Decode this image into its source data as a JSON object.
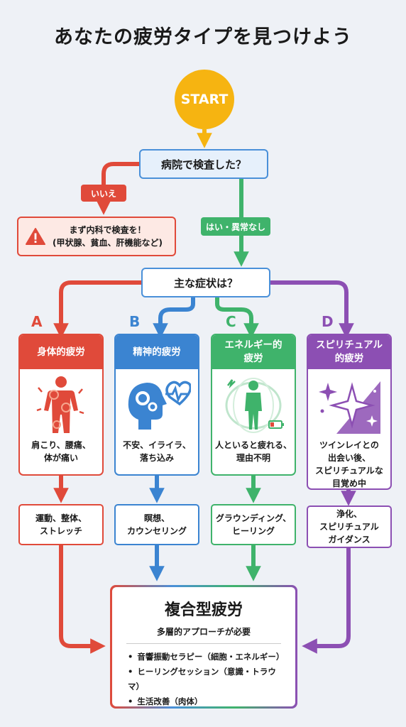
{
  "title": "あなたの疲労タイプを見つけよう",
  "start": "START",
  "q1": "病院で検査した？",
  "branch_no": "いいえ",
  "branch_yes": "はい・異常なし",
  "warning": {
    "line1": "まず内科で検査を！",
    "line2": "(甲状腺、貧血、肝機能など)"
  },
  "q2": "主な症状は？",
  "types": [
    {
      "letter": "A",
      "title": "身体的疲労",
      "desc_lines": [
        "肩こり、腰痛、",
        "体が痛い"
      ],
      "solution_lines": [
        "運動、整体、",
        "ストレッチ"
      ],
      "color": "#e04a3a"
    },
    {
      "letter": "B",
      "title": "精神的疲労",
      "desc_lines": [
        "不安、イライラ、",
        "落ち込み"
      ],
      "solution_lines": [
        "瞑想、",
        "カウンセリング"
      ],
      "color": "#3b84d1"
    },
    {
      "letter": "C",
      "title_lines": [
        "エネルギー的",
        "疲労"
      ],
      "desc_lines": [
        "人といると疲れる、",
        "理由不明"
      ],
      "solution_lines": [
        "グラウンディング、",
        "ヒーリング"
      ],
      "color": "#3fb36b"
    },
    {
      "letter": "D",
      "title_lines": [
        "スピリチュアル",
        "的疲労"
      ],
      "desc_lines": [
        "ツインレイとの",
        "出会い後、",
        "スピリチュアルな",
        "目覚め中"
      ],
      "solution_lines": [
        "浄化、",
        "スピリチュアル",
        "ガイダンス"
      ],
      "color": "#8c4fb3"
    }
  ],
  "final": {
    "title": "複合型疲労",
    "subtitle": "多層的アプローチが必要",
    "items": [
      "音響振動セラピー（細胞・エネルギー）",
      "ヒーリングセッション（意識・トラウマ）",
      "生活改善（肉体）"
    ]
  }
}
